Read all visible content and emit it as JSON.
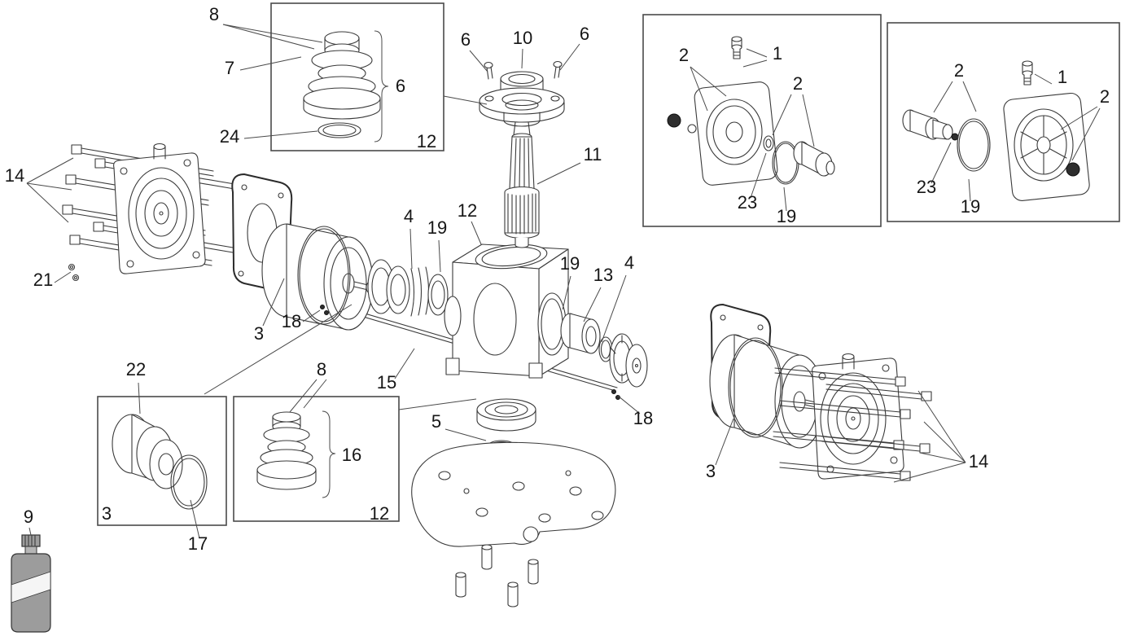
{
  "diagram": {
    "type": "exploded-parts-diagram",
    "background_color": "#ffffff",
    "line_color": "#3a3a3a",
    "bottle_color": "#9c9c9c",
    "callouts": [
      {
        "label": "8"
      },
      {
        "label": "7"
      },
      {
        "label": "24"
      },
      {
        "label": "6"
      },
      {
        "label": "12"
      },
      {
        "label": "6"
      },
      {
        "label": "10"
      },
      {
        "label": "6"
      },
      {
        "label": "11"
      },
      {
        "label": "12"
      },
      {
        "label": "2"
      },
      {
        "label": "1"
      },
      {
        "label": "2"
      },
      {
        "label": "23"
      },
      {
        "label": "19"
      },
      {
        "label": "2"
      },
      {
        "label": "1"
      },
      {
        "label": "2"
      },
      {
        "label": "23"
      },
      {
        "label": "19"
      },
      {
        "label": "14"
      },
      {
        "label": "21"
      },
      {
        "label": "3"
      },
      {
        "label": "18"
      },
      {
        "label": "4"
      },
      {
        "label": "19"
      },
      {
        "label": "19"
      },
      {
        "label": "13"
      },
      {
        "label": "4"
      },
      {
        "label": "15"
      },
      {
        "label": "18"
      },
      {
        "label": "3"
      },
      {
        "label": "14"
      },
      {
        "label": "22"
      },
      {
        "label": "3"
      },
      {
        "label": "17"
      },
      {
        "label": "8"
      },
      {
        "label": "16"
      },
      {
        "label": "12"
      },
      {
        "label": "5"
      },
      {
        "label": "9"
      }
    ]
  }
}
